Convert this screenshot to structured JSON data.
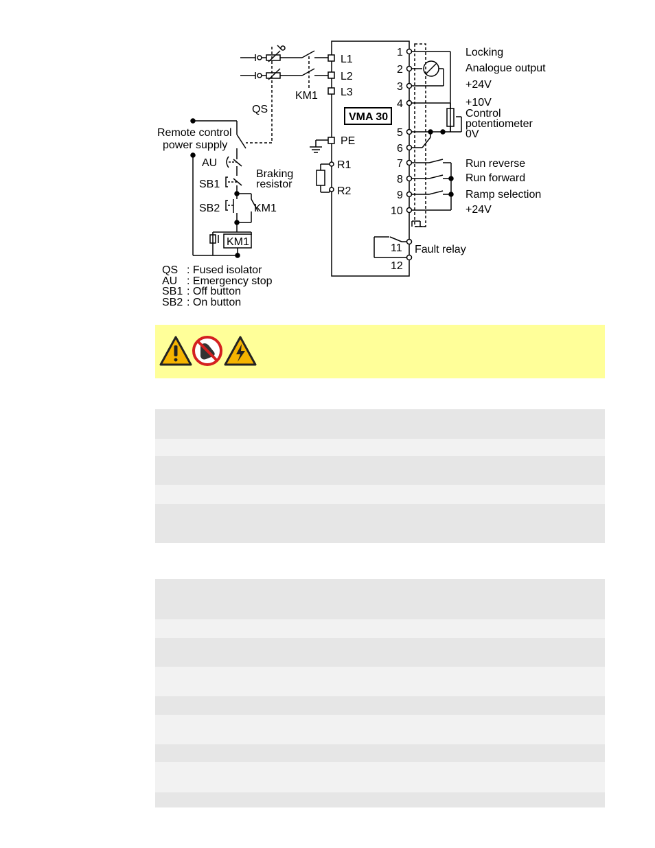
{
  "diagram": {
    "device_label": "VMA 30",
    "power_terminals": [
      "L1",
      "L2",
      "L3"
    ],
    "pe_label": "PE",
    "resistor_terminals": [
      "R1",
      "R2"
    ],
    "control_terminal_numbers": [
      "1",
      "2",
      "3",
      "4",
      "5",
      "6",
      "7",
      "8",
      "9",
      "10"
    ],
    "relay_terminal_numbers": [
      "11",
      "12"
    ],
    "right_labels": {
      "locking": "Locking",
      "analogue_output": "Analogue output",
      "plus24v_a": "+24V",
      "plus10v": "+10V",
      "control_pot_1": "Control",
      "control_pot_2": "potentiometer",
      "zero_v": "0V",
      "run_reverse": "Run reverse",
      "run_forward": "Run forward",
      "ramp_selection": "Ramp selection",
      "plus24v_b": "+24V",
      "fault_relay": "Fault relay"
    },
    "left_labels": {
      "qs": "QS",
      "km1_top": "KM1",
      "remote_1": "Remote control",
      "remote_2": "power supply",
      "au": "AU",
      "sb1": "SB1",
      "sb2": "SB2",
      "km1_contact": "KM1",
      "km1_coil": "KM1",
      "braking_1": "Braking",
      "braking_2": "resistor"
    },
    "legend": [
      {
        "abbr": "QS",
        "desc": ": Fused isolator"
      },
      {
        "abbr": "AU",
        "desc": ": Emergency stop"
      },
      {
        "abbr": "SB1",
        "desc": ": Off button"
      },
      {
        "abbr": "SB2",
        "desc": ": On button"
      }
    ]
  },
  "warning_banner": {
    "background": "#ffff99",
    "icons": [
      "general-warning-icon",
      "no-touch-icon",
      "electrical-hazard-icon"
    ]
  },
  "tables": {
    "row_colors": [
      "#e6e6e6",
      "#f2f2f2"
    ]
  }
}
